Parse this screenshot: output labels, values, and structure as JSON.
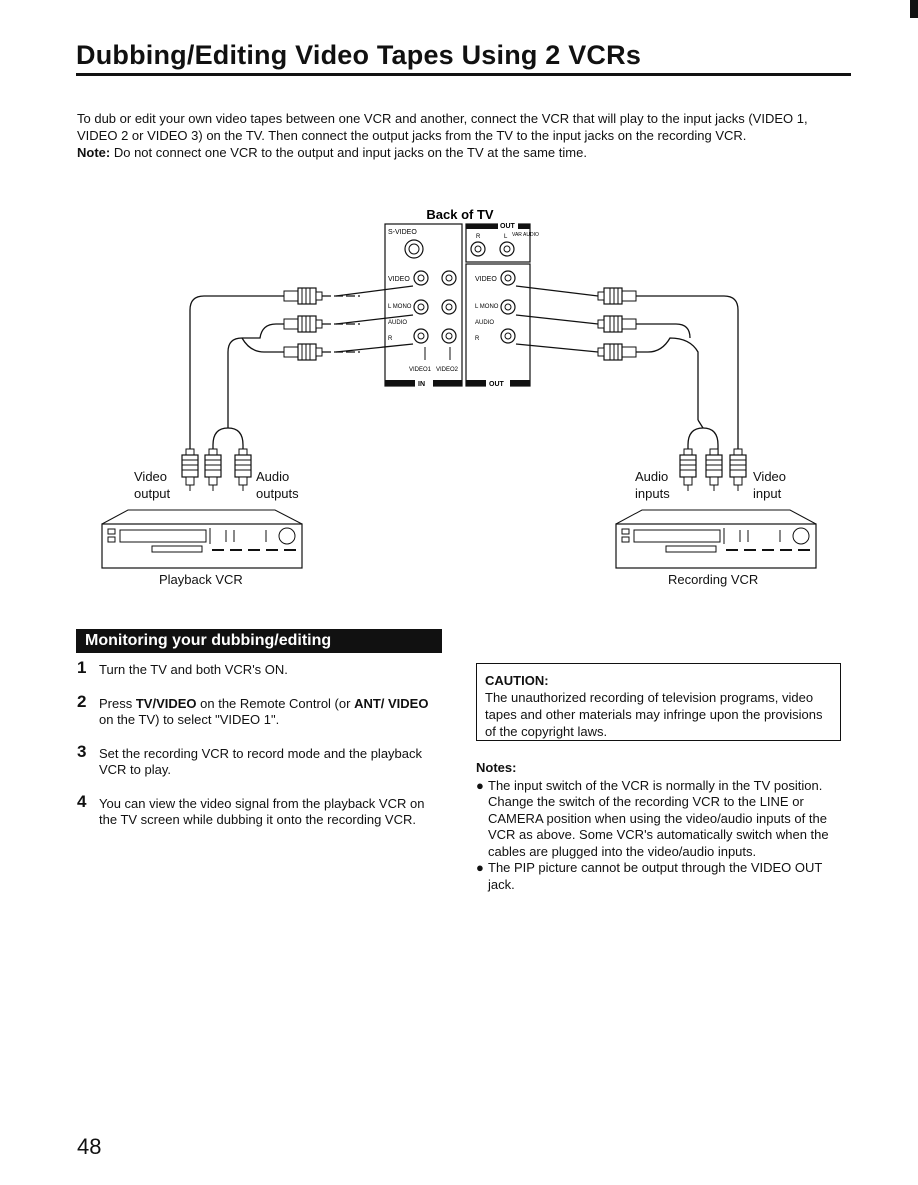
{
  "title": "Dubbing/Editing Video Tapes Using 2 VCRs",
  "intro": {
    "text": "To dub or edit your own video tapes between one VCR and another, connect the VCR that will play to the input jacks (VIDEO 1, VIDEO 2 or VIDEO 3) on the TV. Then connect the output jacks from the TV to the input jacks on the recording VCR.",
    "note_label": "Note:",
    "note_text": "Do not connect one VCR to the output and input jacks on the TV at the same time."
  },
  "diagram": {
    "back_of_tv": "Back of TV",
    "svideo": "S-VIDEO",
    "out_top": "OUT",
    "r": "R",
    "l": "L",
    "var_audio": "VAR AUDIO",
    "video": "VIDEO",
    "l_mono": "L MONO",
    "audio": "AUDIO",
    "r2": "R",
    "video1": "VIDEO1",
    "video2": "VIDEO2",
    "in": "IN",
    "out": "OUT",
    "video_output": "Video output",
    "audio_outputs": "Audio outputs",
    "audio_inputs": "Audio inputs",
    "video_input": "Video input",
    "playback_vcr": "Playback VCR",
    "recording_vcr": "Recording VCR"
  },
  "section": {
    "heading": "Monitoring your dubbing/editing"
  },
  "steps": [
    {
      "num": "1",
      "text": "Turn the TV and both VCR's ON."
    },
    {
      "num": "2",
      "pre": "Press ",
      "b1": "TV/VIDEO",
      "mid": " on the Remote Control (or ",
      "b2": "ANT/ VIDEO",
      "post": " on the TV) to select \"VIDEO 1\"."
    },
    {
      "num": "3",
      "text": "Set the recording VCR to record mode and the playback VCR to play."
    },
    {
      "num": "4",
      "text": "You can view the video signal from the playback VCR on the TV screen while dubbing it onto the recording VCR."
    }
  ],
  "caution": {
    "title": "CAUTION:",
    "text": "The unauthorized recording of television programs, video tapes and other materials may infringe upon the provisions of the copyright laws."
  },
  "notes": {
    "heading": "Notes:",
    "items": [
      {
        "line1": "The input switch of the VCR is normally in the TV position.",
        "line2": "Change the switch of the recording VCR to the LINE or CAMERA position when using the video/audio inputs of the VCR as above. Some VCR's automatically switch when the cables are plugged into the video/audio inputs."
      },
      {
        "line1": "The PIP picture cannot be output through the VIDEO OUT jack."
      }
    ]
  },
  "page_number": "48"
}
